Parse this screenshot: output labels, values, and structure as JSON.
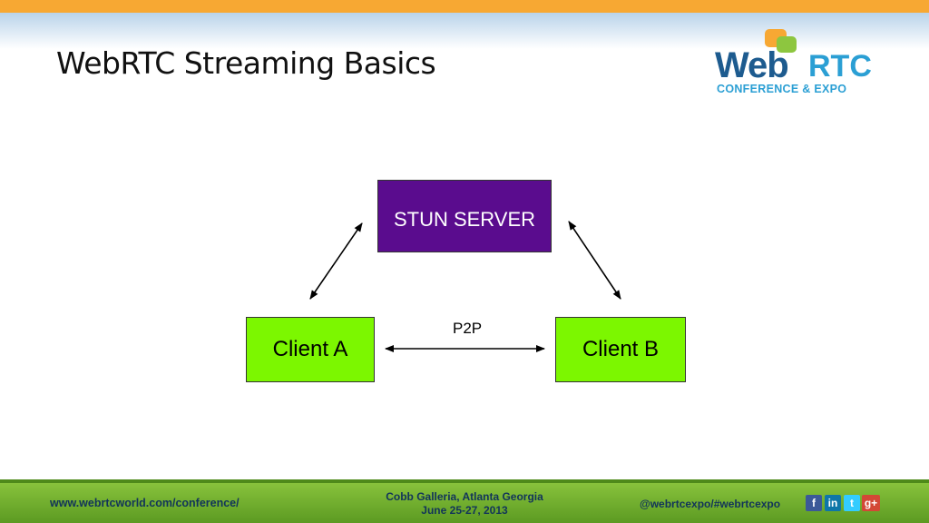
{
  "slide": {
    "title": "WebRTC Streaming Basics"
  },
  "logo": {
    "word1": "Web",
    "word2": "RTC",
    "subtitle": "CONFERENCE & EXPO"
  },
  "diagram": {
    "nodes": {
      "stun": "STUN SERVER",
      "client_a": "Client A",
      "client_b": "Client B"
    },
    "edges": [
      {
        "from": "Client A",
        "to": "STUN SERVER",
        "direction": "both"
      },
      {
        "from": "Client B",
        "to": "STUN SERVER",
        "direction": "both"
      },
      {
        "from": "Client A",
        "to": "Client B",
        "direction": "both",
        "label": "P2P"
      }
    ],
    "edge_label_p2p": "P2P",
    "colors": {
      "stun_fill": "#5a0c8e",
      "client_fill": "#7cf700"
    }
  },
  "footer": {
    "website": "www.webrtcworld.com/conference/",
    "venue_line1": "Cobb Galleria, Atlanta Georgia",
    "venue_line2": "June 25-27, 2013",
    "handle": "@webrtcexpo/#webrtcexpo",
    "social_icons": [
      "facebook-icon",
      "linkedin-icon",
      "twitter-icon",
      "google-plus-icon"
    ]
  }
}
